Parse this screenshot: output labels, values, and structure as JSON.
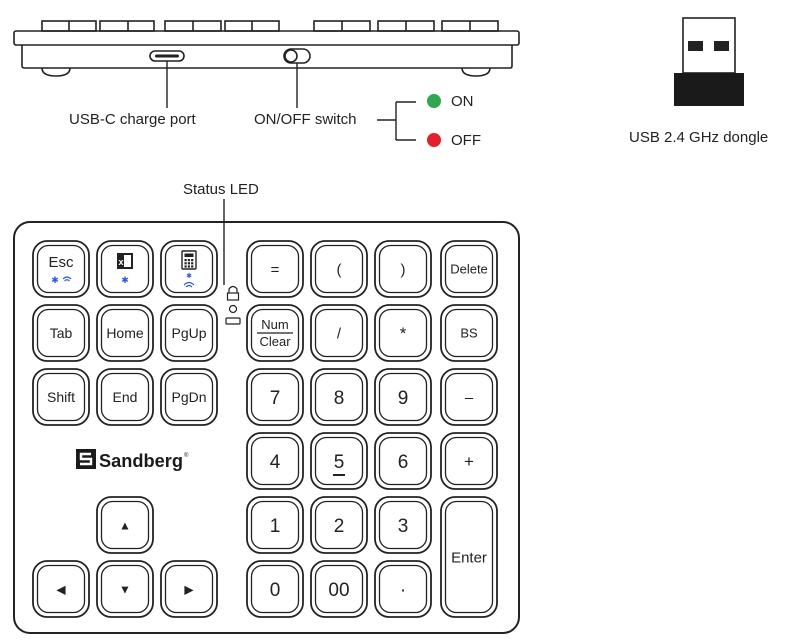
{
  "labels": {
    "usb_c_port": "USB-C charge port",
    "onoff_switch": "ON/OFF switch",
    "on": "ON",
    "off": "OFF",
    "dongle": "USB 2.4 GHz dongle",
    "status_led": "Status LED"
  },
  "brand": "Sandberg",
  "colors": {
    "on": "#2fa84f",
    "off": "#e3212b",
    "line": "#222222"
  },
  "keys": {
    "esc": "Esc",
    "excel_icon": "excel-icon",
    "calc_icon": "calculator-icon",
    "equals": "=",
    "lparen": "(",
    "rparen": ")",
    "delete": "Delete",
    "tab": "Tab",
    "home": "Home",
    "pgup": "PgUp",
    "num": "Num",
    "clear": "Clear",
    "slash": "/",
    "asterisk": "*",
    "bs": "BS",
    "shift": "Shift",
    "end": "End",
    "pgdn": "PgDn",
    "k7": "7",
    "k8": "8",
    "k9": "9",
    "minus": "–",
    "k4": "4",
    "k5": "5",
    "k6": "6",
    "plus": "+",
    "k1": "1",
    "k2": "2",
    "k3": "3",
    "enter": "Enter",
    "k0": "0",
    "k00": "00",
    "dot": "·",
    "up": "▲",
    "left": "◀",
    "down": "▼",
    "right": "▶"
  }
}
